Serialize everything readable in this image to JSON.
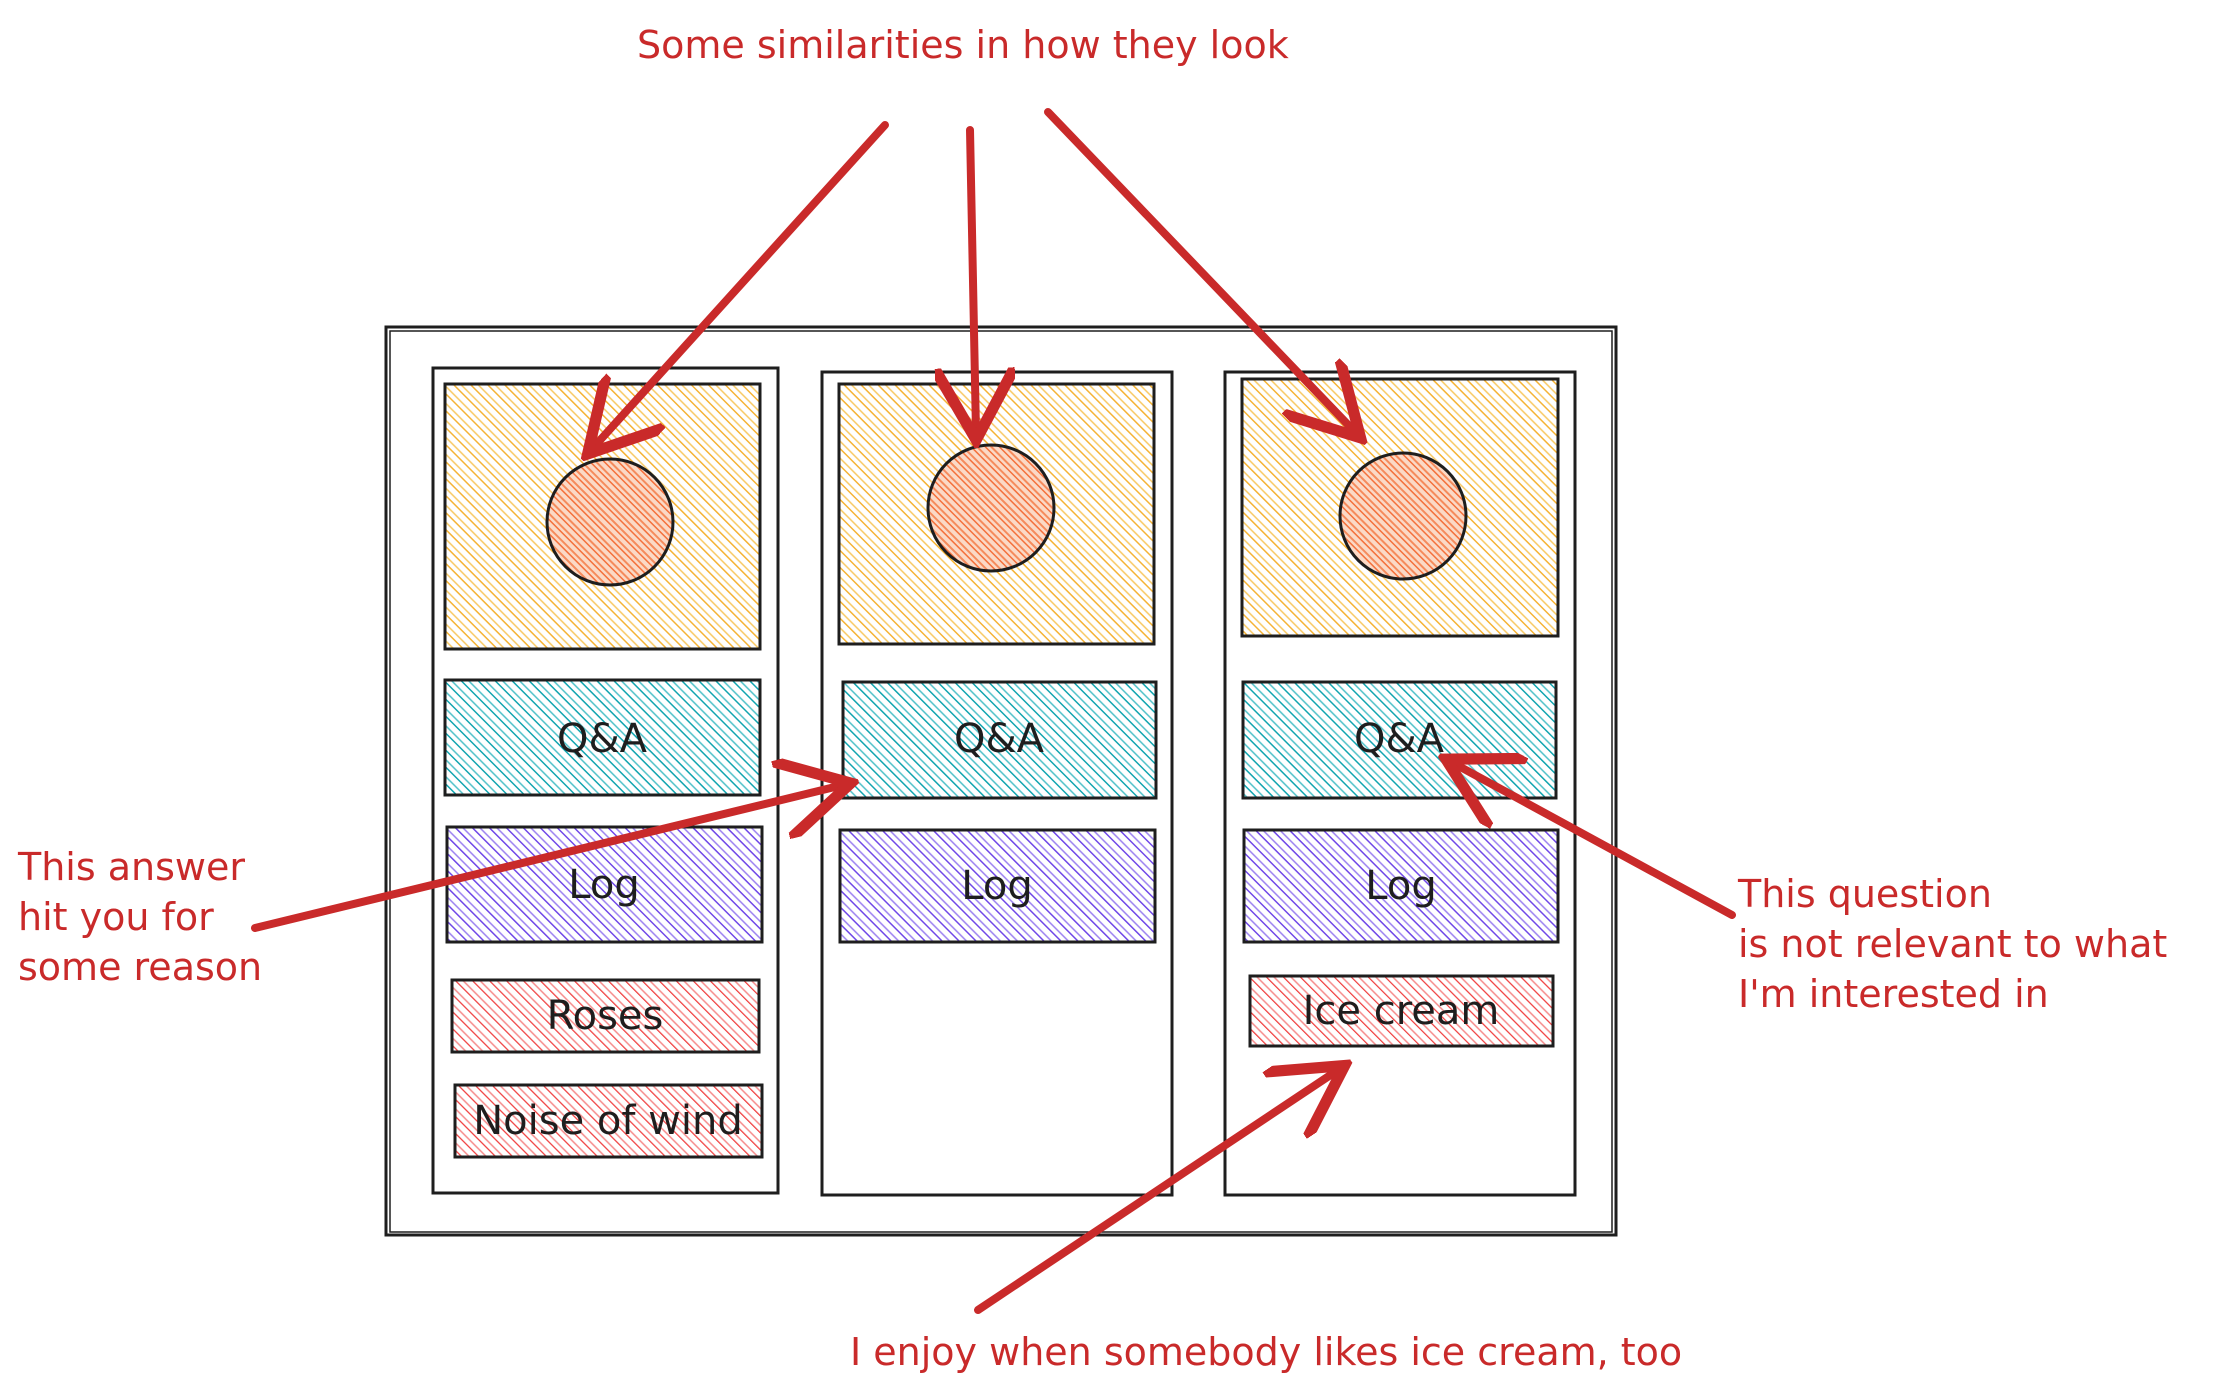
{
  "annotations": {
    "top": "Some similarities in how they look",
    "left": [
      "This answer",
      "hit you for",
      "some reason"
    ],
    "right": [
      "This question",
      "is not relevant to what",
      "I'm interested in"
    ],
    "bottom": "I enjoy when somebody likes ice cream, too"
  },
  "columns": [
    {
      "qa": "Q&A",
      "log": "Log",
      "extras": [
        "Roses",
        "Noise of wind"
      ]
    },
    {
      "qa": "Q&A",
      "log": "Log",
      "extras": []
    },
    {
      "qa": "Q&A",
      "log": "Log",
      "extras": [
        "Ice cream"
      ]
    }
  ],
  "colors": {
    "annotation": "#c92a2a",
    "stroke": "#1e1e1e",
    "photo": "#f5b335",
    "circle": "#f4703b",
    "qa": "#12a5b0",
    "log": "#7048e8",
    "extra": "#f03e3e"
  }
}
